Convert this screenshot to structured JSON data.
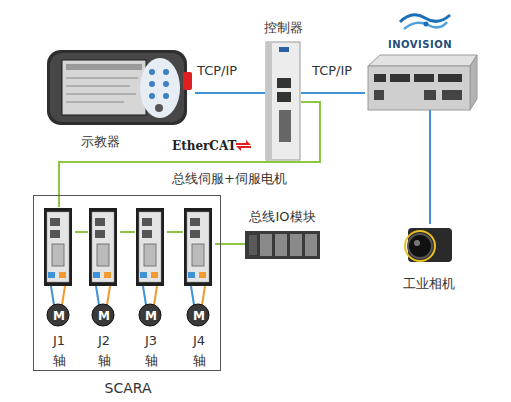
{
  "diagram": {
    "nodes": [
      {
        "text": [
          "示教器"
        ]
      },
      {
        "text": [
          "控制器"
        ]
      },
      {
        "text": [
          "INOVISION"
        ]
      },
      {
        "text": [
          "工业相机"
        ]
      },
      {
        "text": [
          "SCARA"
        ]
      },
      {
        "text": [
          "M",
          "J1 轴"
        ],
        "in": 4
      },
      {
        "text": [
          "M",
          "J2 轴"
        ],
        "in": 4
      },
      {
        "text": [
          "M",
          "J3 轴"
        ],
        "in": 4
      },
      {
        "text": [
          "M",
          "J4 轴"
        ],
        "in": 4
      },
      {
        "text": [
          "总线IO模块"
        ]
      }
    ],
    "edges": [
      {
        "from": 0,
        "to": 1,
        "label": "TCP/IP",
        "arrow": "none"
      },
      {
        "from": 1,
        "to": 2,
        "label": "TCP/IP",
        "arrow": "none"
      },
      {
        "from": 2,
        "to": 3,
        "arrow": "none"
      },
      {
        "from": 1,
        "to": 5,
        "arrow": "none"
      },
      {
        "from": 5,
        "to": 6,
        "arrow": "none"
      },
      {
        "from": 6,
        "to": 7,
        "arrow": "none"
      },
      {
        "from": 7,
        "to": 8,
        "arrow": "none"
      },
      {
        "from": 8,
        "to": 9,
        "arrow": "none"
      }
    ],
    "labels": [
      "EtherCAT",
      "总线伺服+伺服电机"
    ]
  }
}
